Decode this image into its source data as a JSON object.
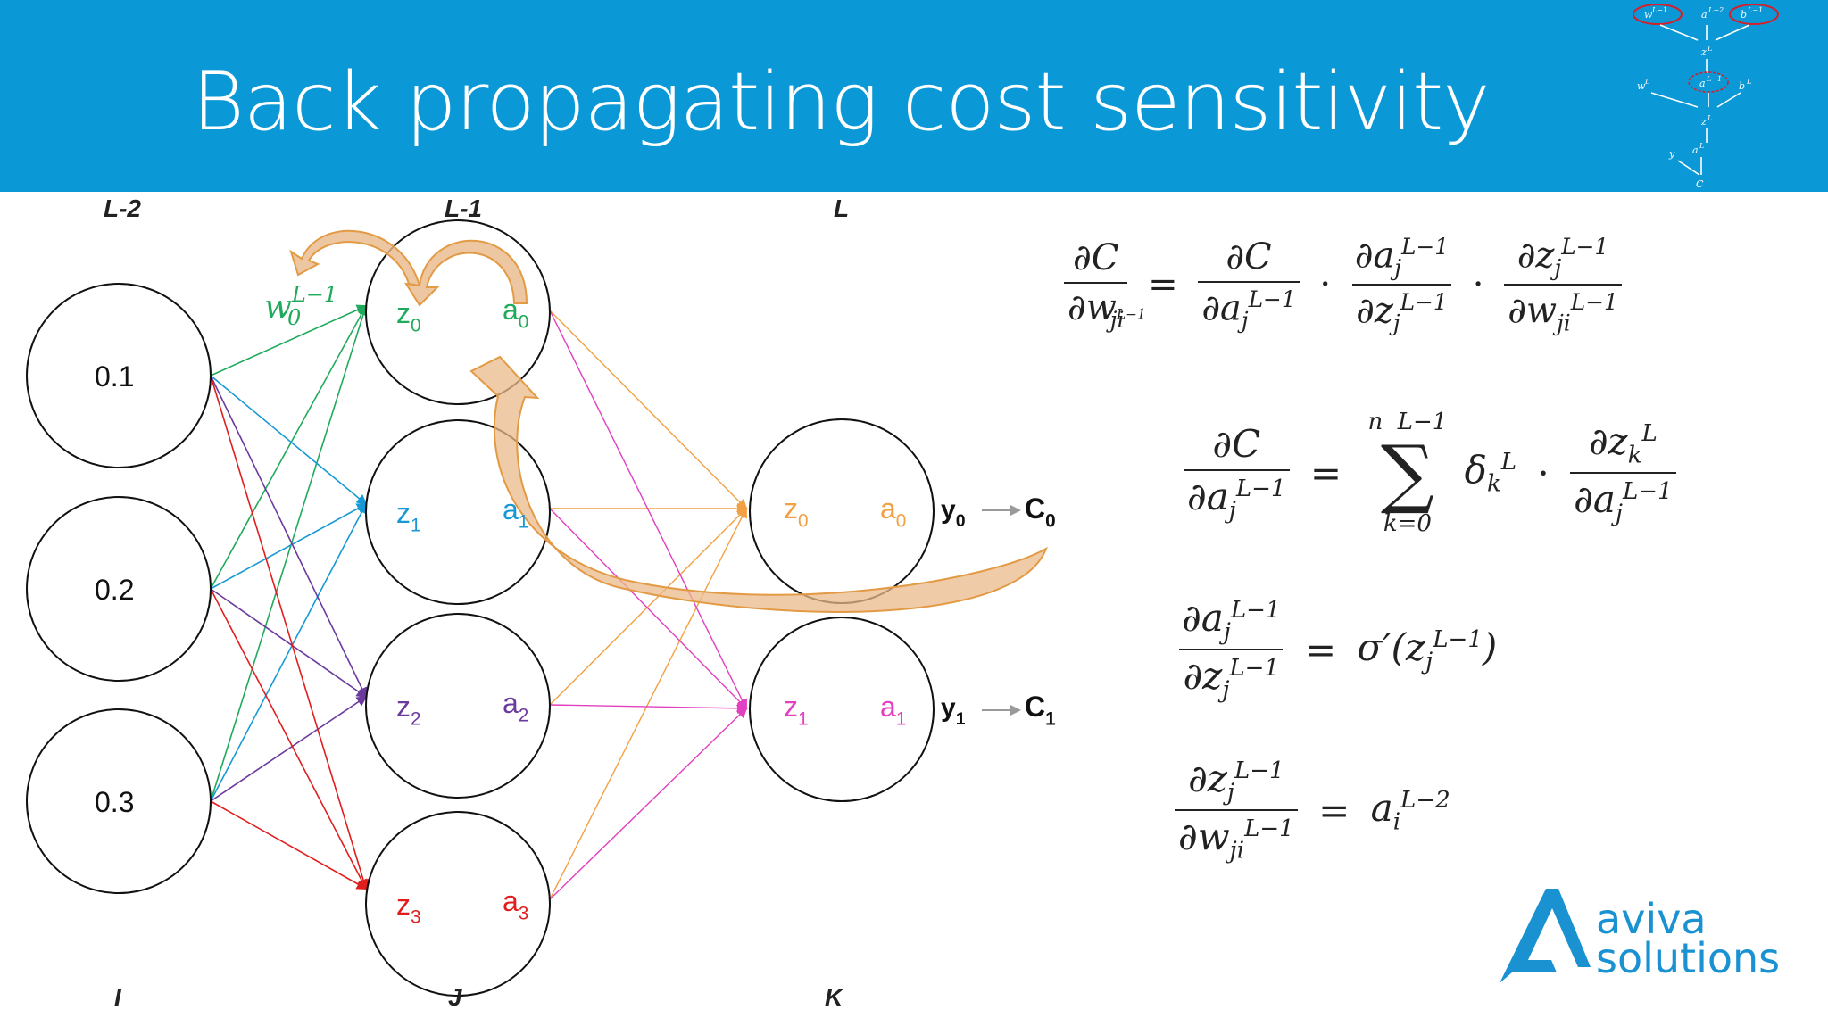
{
  "title": "Back propagating cost sensitivity",
  "layers": {
    "top": [
      "L-2",
      "L-1",
      "L"
    ],
    "bottom": [
      "I",
      "J",
      "K"
    ]
  },
  "input_values": [
    "0.1",
    "0.2",
    "0.3"
  ],
  "colors": {
    "banner": "#0a98d6",
    "unit0": "#1faa5c",
    "unit1": "#1799d6",
    "unit2": "#6b3a9e",
    "unit3": "#e01e1e",
    "out0": "#f2a044",
    "out1": "#e23fc1",
    "curved_arrow": "#e9b98b",
    "logo": "#1a92d2"
  },
  "hidden_neurons": [
    {
      "z": "0",
      "a": "0"
    },
    {
      "z": "1",
      "a": "1"
    },
    {
      "z": "2",
      "a": "2"
    },
    {
      "z": "3",
      "a": "3"
    }
  ],
  "output_neurons": [
    {
      "z": "0",
      "a": "0",
      "y": "0",
      "c": "0"
    },
    {
      "z": "1",
      "a": "1",
      "y": "1",
      "c": "1"
    }
  ],
  "weight_label": {
    "base": "w",
    "sub": "0",
    "sup": "L−1"
  },
  "letters": {
    "z": "z",
    "a": "a",
    "y": "y",
    "c": "C"
  },
  "mini_diagram": {
    "row1": [
      "w^{L-1}",
      "a^{L-2}",
      "b^{L-1}"
    ],
    "row2": [
      "z^{L-1}"
    ],
    "row3": [
      "w^L",
      "a^{L-1}",
      "b^L"
    ],
    "row4": [
      "z^L"
    ],
    "row5": [
      "y",
      "a^L"
    ],
    "row6": [
      "C"
    ]
  },
  "equations": {
    "eq1": "∂C/∂w_ji^{L−1} = ∂C/∂a_j^{L−1} · ∂a_j^{L−1}/∂z_j^{L−1} · ∂z_j^{L−1}/∂w_ji^{L−1}",
    "eq2": "∂C/∂a_j^{L−1} = Σ_{k=0}^{n L−1} δ_k^L · ∂z_k^L/∂a_j^{L−1}",
    "eq3": "∂a_j^{L−1}/∂z_j^{L−1} = σ′(z_j^{L−1})",
    "eq4": "∂z_j^{L−1}/∂w_ji^{L−1} = a_i^{L−2}"
  },
  "logo": {
    "line1": "aviva",
    "line2": "solutions"
  }
}
